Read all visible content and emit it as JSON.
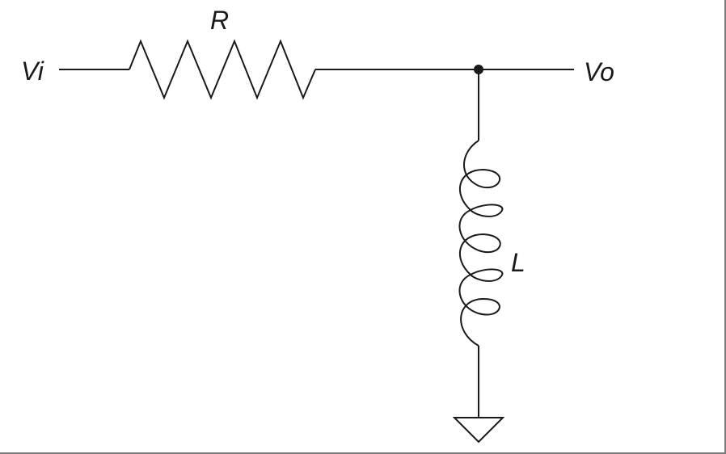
{
  "diagram": {
    "labels": {
      "input": "Vi",
      "output": "Vo",
      "resistor": "R",
      "inductor": "L"
    },
    "components": [
      {
        "type": "resistor",
        "name": "R"
      },
      {
        "type": "inductor",
        "name": "L"
      },
      {
        "type": "ground"
      }
    ]
  }
}
